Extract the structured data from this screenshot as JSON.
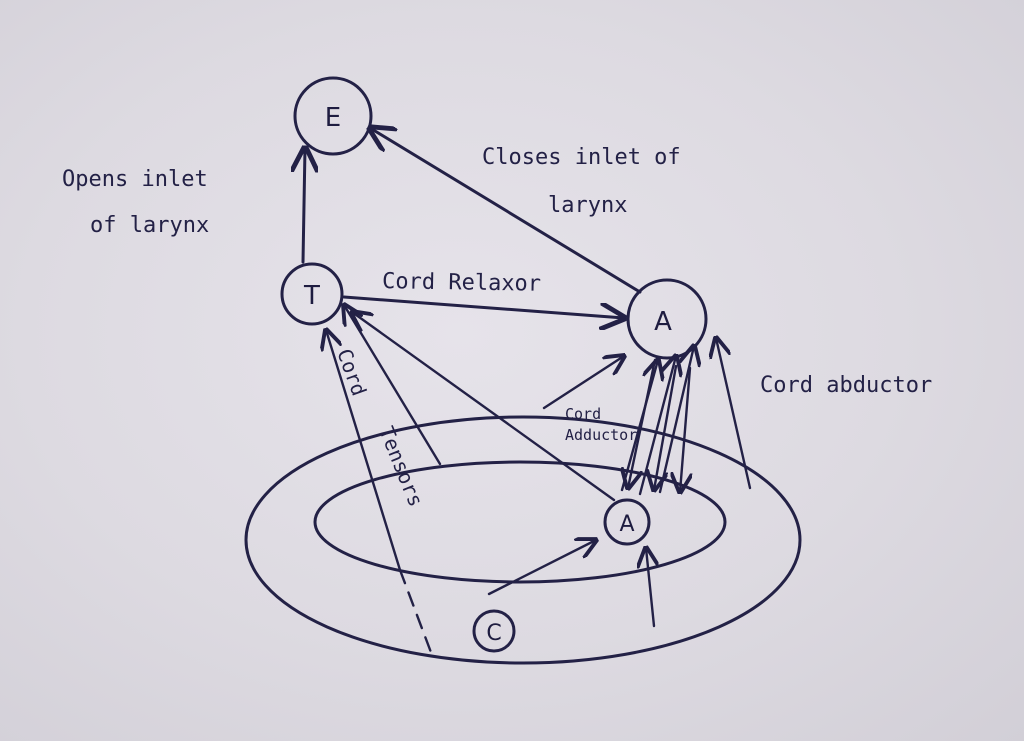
{
  "nodes": {
    "top": {
      "letter": "E"
    },
    "left": {
      "letter": "T"
    },
    "right": {
      "letter": "A"
    },
    "inner": {
      "letter": "A"
    },
    "bottom": {
      "letter": "C"
    }
  },
  "labels": {
    "opens_inlet_line1": "Opens inlet",
    "opens_inlet_line2": "of larynx",
    "closes_inlet_line1": "Closes inlet of",
    "closes_inlet_line2": "larynx",
    "cord_relaxor": "Cord Relaxor",
    "cord_abductor": "Cord abductor",
    "cord_adductor_line1": "Cord",
    "cord_adductor_line2": "Adductor",
    "cord_tensors_line1": "Cord",
    "cord_tensors_line2": "Tensors"
  }
}
